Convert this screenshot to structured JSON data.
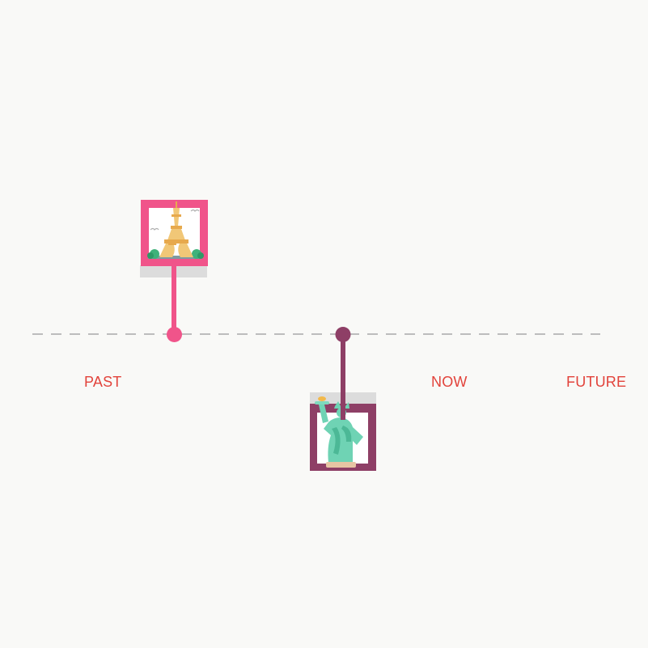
{
  "timeline": {
    "line_color": "#bdbdbd",
    "labels": {
      "past": "PAST",
      "now": "NOW",
      "future": "FUTURE"
    },
    "label_color": "#e2433b"
  },
  "events": [
    {
      "id": "eiffel",
      "icon": "eiffel-tower-icon",
      "color": "#f0548a",
      "placement": "above"
    },
    {
      "id": "liberty",
      "icon": "statue-of-liberty-icon",
      "color": "#8e3f66",
      "placement": "below"
    }
  ]
}
